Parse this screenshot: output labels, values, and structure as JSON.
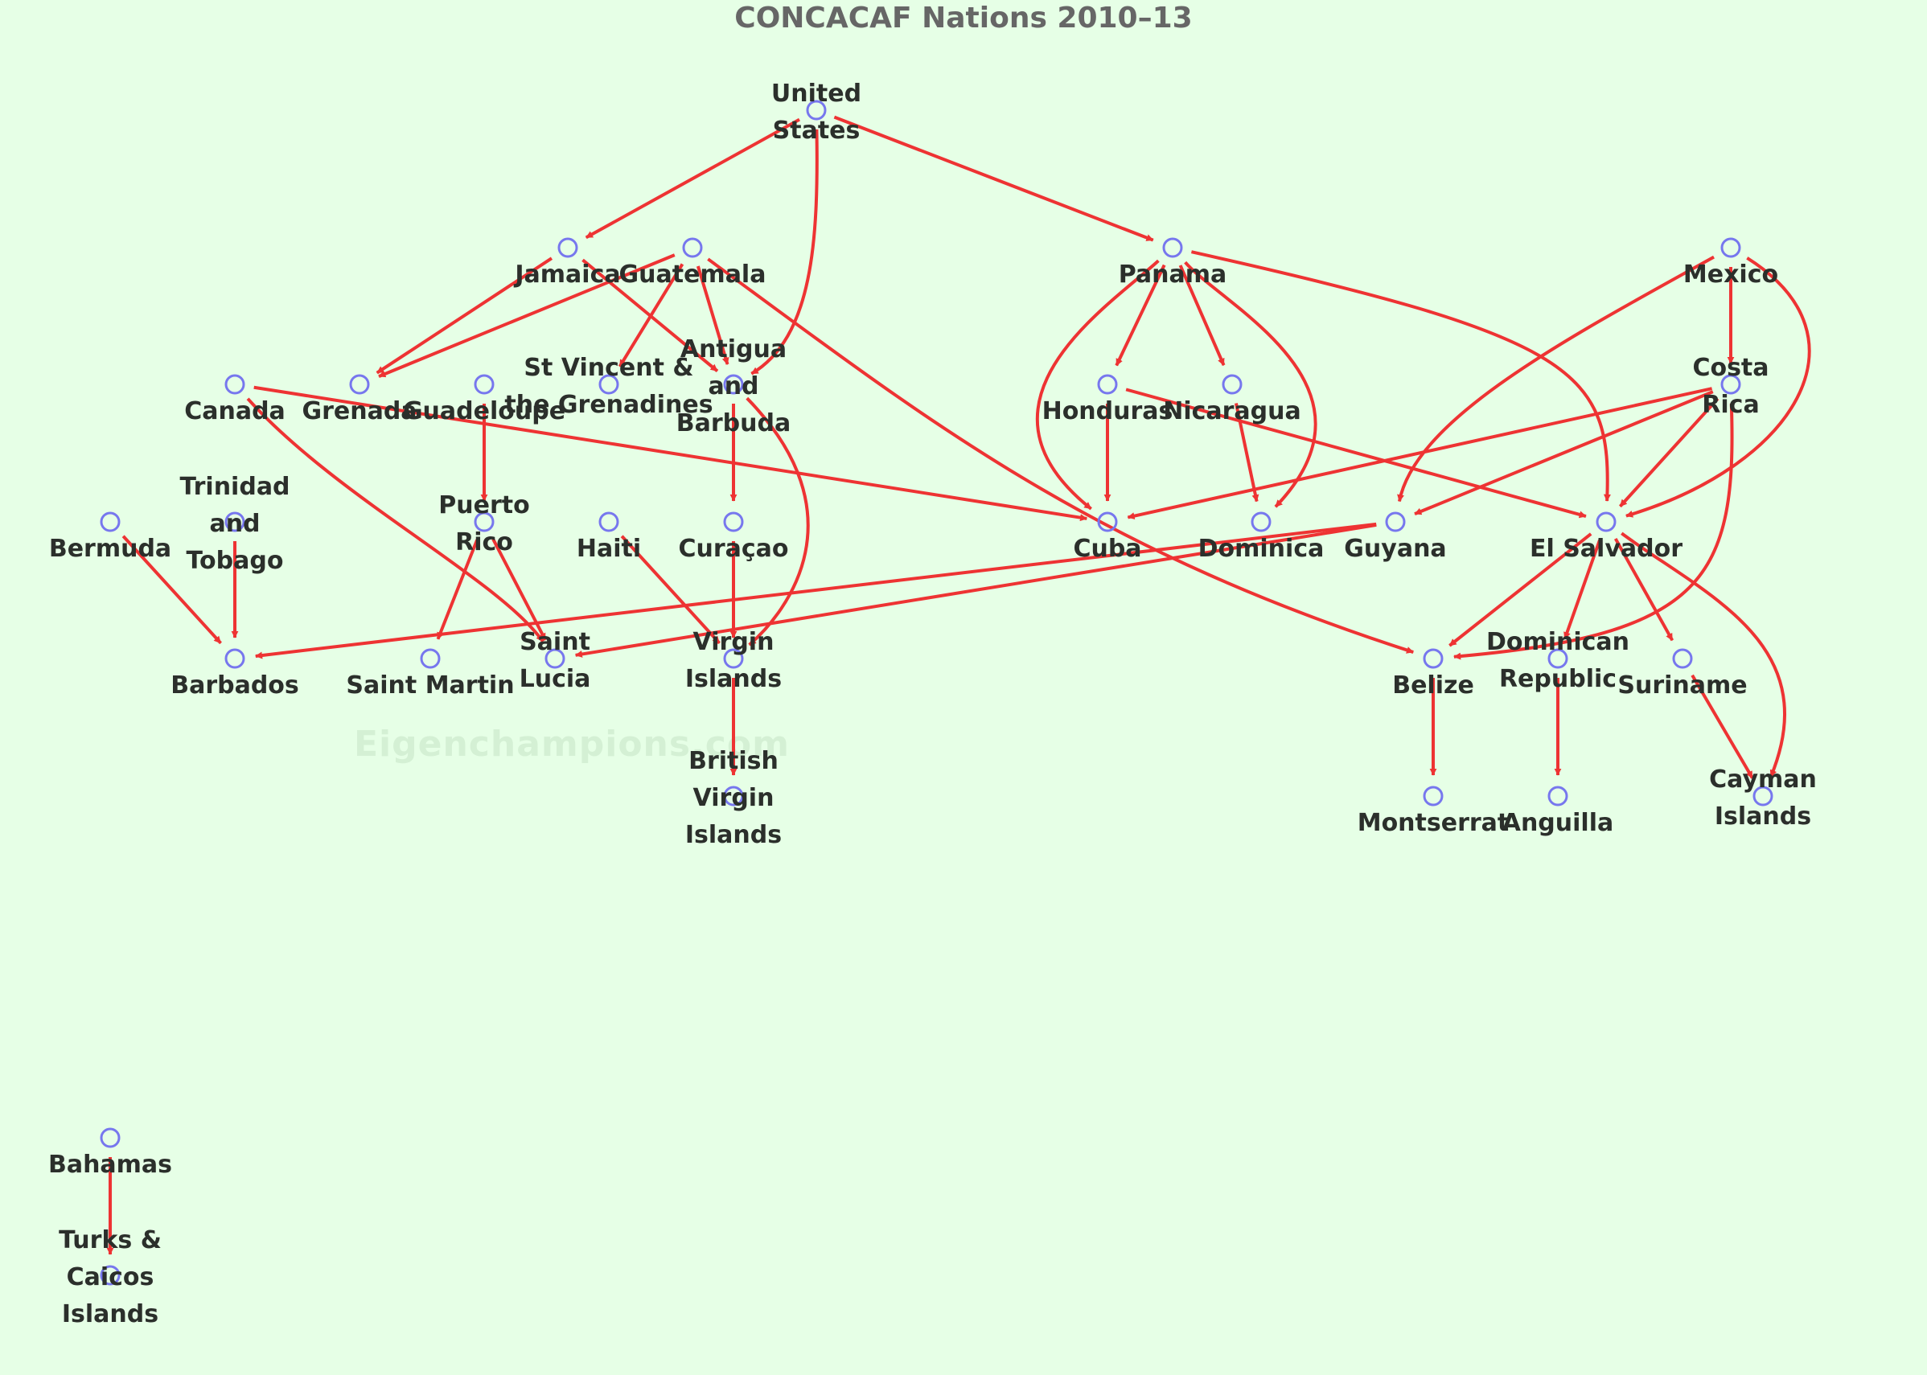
{
  "title": "CONCACAF Nations 2010–13",
  "watermark": "Eigenchampions.com",
  "colors": {
    "background": "#e6ffe6",
    "edge": "#ee3333",
    "node": "#7777ee",
    "label": "#2b2f2b",
    "title": "#666666"
  },
  "nodes": [
    {
      "id": "usa",
      "label": "United States",
      "lines": [
        "United",
        "States"
      ]
    },
    {
      "id": "jam",
      "label": "Jamaica",
      "lines": [
        "Jamaica"
      ]
    },
    {
      "id": "gua",
      "label": "Guatemala",
      "lines": [
        "Guatemala"
      ]
    },
    {
      "id": "pan",
      "label": "Panama",
      "lines": [
        "Panama"
      ]
    },
    {
      "id": "mex",
      "label": "Mexico",
      "lines": [
        "Mexico"
      ]
    },
    {
      "id": "can",
      "label": "Canada",
      "lines": [
        "Canada"
      ]
    },
    {
      "id": "grn",
      "label": "Grenada",
      "lines": [
        "Grenada"
      ]
    },
    {
      "id": "glp",
      "label": "Guadeloupe",
      "lines": [
        "Guadeloupe"
      ]
    },
    {
      "id": "vct",
      "label": "St Vincent & the Grenadines",
      "lines": [
        "St Vincent &",
        "the Grenadines"
      ]
    },
    {
      "id": "atg",
      "label": "Antigua and Barbuda",
      "lines": [
        "Antigua",
        "and",
        "Barbuda"
      ]
    },
    {
      "id": "hon",
      "label": "Honduras",
      "lines": [
        "Honduras"
      ]
    },
    {
      "id": "nic",
      "label": "Nicaragua",
      "lines": [
        "Nicaragua"
      ]
    },
    {
      "id": "crc",
      "label": "Costa Rica",
      "lines": [
        "Costa",
        "Rica"
      ]
    },
    {
      "id": "ber",
      "label": "Bermuda",
      "lines": [
        "Bermuda"
      ]
    },
    {
      "id": "tri",
      "label": "Trinidad and Tobago",
      "lines": [
        "Trinidad",
        "and",
        "Tobago"
      ]
    },
    {
      "id": "pur",
      "label": "Puerto Rico",
      "lines": [
        "Puerto",
        "Rico"
      ]
    },
    {
      "id": "hai",
      "label": "Haiti",
      "lines": [
        "Haiti"
      ]
    },
    {
      "id": "cuw",
      "label": "Curaçao",
      "lines": [
        "Curaçao"
      ]
    },
    {
      "id": "cub",
      "label": "Cuba",
      "lines": [
        "Cuba"
      ]
    },
    {
      "id": "dma",
      "label": "Dominica",
      "lines": [
        "Dominica"
      ]
    },
    {
      "id": "guy",
      "label": "Guyana",
      "lines": [
        "Guyana"
      ]
    },
    {
      "id": "slv",
      "label": "El Salvador",
      "lines": [
        "El Salvador"
      ]
    },
    {
      "id": "brb",
      "label": "Barbados",
      "lines": [
        "Barbados"
      ]
    },
    {
      "id": "smt",
      "label": "Saint Martin",
      "lines": [
        "Saint Martin"
      ]
    },
    {
      "id": "lca",
      "label": "Saint Lucia",
      "lines": [
        "Saint",
        "Lucia"
      ]
    },
    {
      "id": "vir",
      "label": "Virgin Islands",
      "lines": [
        "Virgin",
        "Islands"
      ]
    },
    {
      "id": "blz",
      "label": "Belize",
      "lines": [
        "Belize"
      ]
    },
    {
      "id": "dom",
      "label": "Dominican Republic",
      "lines": [
        "Dominican",
        "Republic"
      ]
    },
    {
      "id": "sur",
      "label": "Suriname",
      "lines": [
        "Suriname"
      ]
    },
    {
      "id": "vgb",
      "label": "British Virgin Islands",
      "lines": [
        "British",
        "Virgin",
        "Islands"
      ]
    },
    {
      "id": "msr",
      "label": "Montserrat",
      "lines": [
        "Montserrat"
      ]
    },
    {
      "id": "aia",
      "label": "Anguilla",
      "lines": [
        "Anguilla"
      ]
    },
    {
      "id": "cay",
      "label": "Cayman Islands",
      "lines": [
        "Cayman",
        "Islands"
      ]
    },
    {
      "id": "bah",
      "label": "Bahamas",
      "lines": [
        "Bahamas"
      ]
    },
    {
      "id": "tca",
      "label": "Turks & Caicos Islands",
      "lines": [
        "Turks &",
        "Caicos",
        "Islands"
      ]
    }
  ],
  "edges": [
    {
      "from": "usa",
      "to": "jam"
    },
    {
      "from": "usa",
      "to": "pan"
    },
    {
      "from": "usa",
      "to": "atg"
    },
    {
      "from": "jam",
      "to": "grn"
    },
    {
      "from": "jam",
      "to": "atg"
    },
    {
      "from": "gua",
      "to": "grn"
    },
    {
      "from": "gua",
      "to": "vct"
    },
    {
      "from": "gua",
      "to": "atg"
    },
    {
      "from": "gua",
      "to": "blz"
    },
    {
      "from": "pan",
      "to": "hon"
    },
    {
      "from": "pan",
      "to": "nic"
    },
    {
      "from": "pan",
      "to": "cub"
    },
    {
      "from": "pan",
      "to": "dma"
    },
    {
      "from": "pan",
      "to": "slv"
    },
    {
      "from": "mex",
      "to": "crc"
    },
    {
      "from": "mex",
      "to": "guy"
    },
    {
      "from": "mex",
      "to": "slv"
    },
    {
      "from": "can",
      "to": "cub"
    },
    {
      "from": "can",
      "to": "lca"
    },
    {
      "from": "glp",
      "to": "pur"
    },
    {
      "from": "atg",
      "to": "cuw"
    },
    {
      "from": "atg",
      "to": "vir"
    },
    {
      "from": "hon",
      "to": "cub"
    },
    {
      "from": "hon",
      "to": "slv"
    },
    {
      "from": "nic",
      "to": "dma"
    },
    {
      "from": "crc",
      "to": "cub"
    },
    {
      "from": "crc",
      "to": "guy"
    },
    {
      "from": "crc",
      "to": "slv"
    },
    {
      "from": "crc",
      "to": "blz"
    },
    {
      "from": "ber",
      "to": "brb"
    },
    {
      "from": "tri",
      "to": "brb"
    },
    {
      "from": "pur",
      "to": "smt"
    },
    {
      "from": "pur",
      "to": "lca"
    },
    {
      "from": "hai",
      "to": "vir"
    },
    {
      "from": "cuw",
      "to": "vir"
    },
    {
      "from": "guy",
      "to": "brb"
    },
    {
      "from": "guy",
      "to": "lca"
    },
    {
      "from": "slv",
      "to": "blz"
    },
    {
      "from": "slv",
      "to": "dom"
    },
    {
      "from": "slv",
      "to": "sur"
    },
    {
      "from": "slv",
      "to": "cay"
    },
    {
      "from": "vir",
      "to": "vgb"
    },
    {
      "from": "blz",
      "to": "msr"
    },
    {
      "from": "dom",
      "to": "aia"
    },
    {
      "from": "sur",
      "to": "cay"
    },
    {
      "from": "bah",
      "to": "tca"
    }
  ]
}
